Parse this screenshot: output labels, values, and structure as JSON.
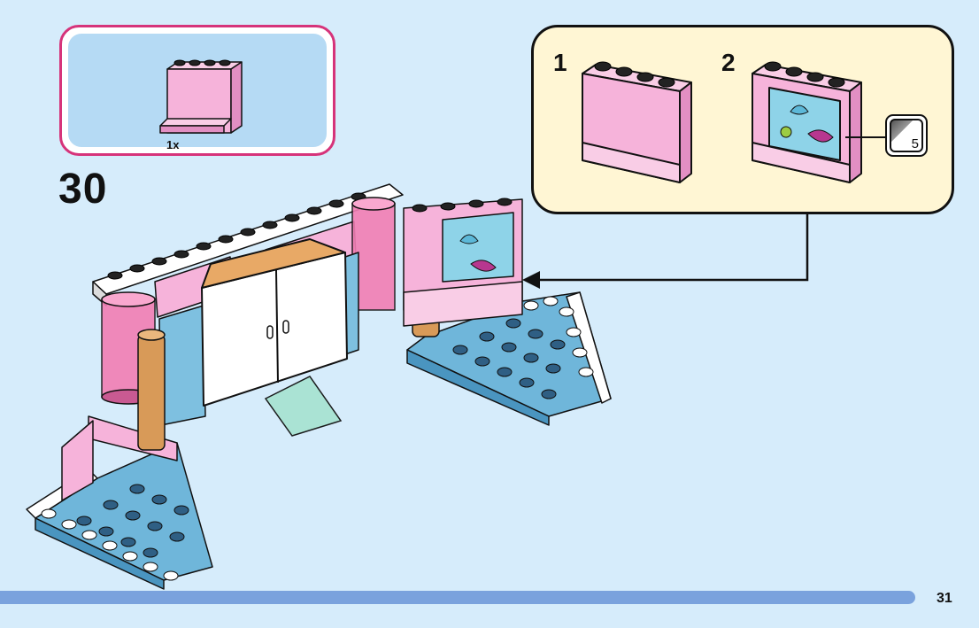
{
  "parts_list": {
    "quantity": "1x",
    "part_color": "#f6b3da"
  },
  "step": {
    "number": "30"
  },
  "sub_assembly": {
    "steps": [
      "1",
      "2"
    ],
    "sticker_number": "5"
  },
  "colors": {
    "frame_pink": "#d6337a",
    "brick_pink": "#f6b3da",
    "bar_blue": "#7aa2dd",
    "callout_bg": "#fff6d4",
    "page_bg": "#d6ecfb"
  },
  "footer": {
    "page_number": "31"
  }
}
